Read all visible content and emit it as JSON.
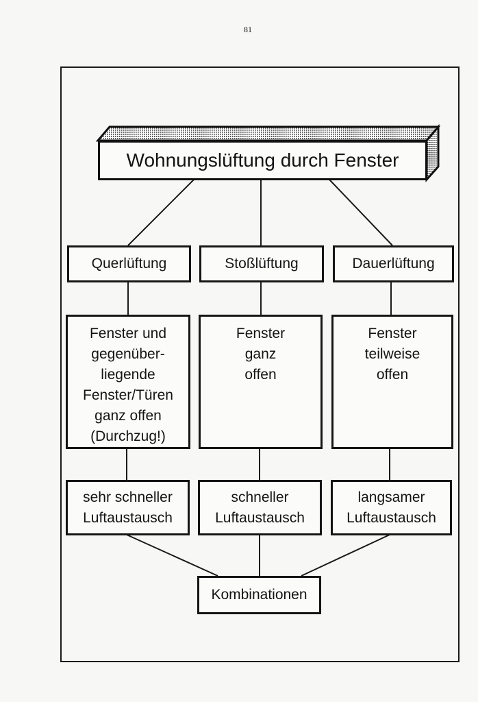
{
  "page_number": "81",
  "title": "Wohnungslüftung durch Fenster",
  "columns": [
    {
      "type": "Querlüftung",
      "description": "Fenster und gegenüber-liegende Fenster/Türen ganz offen (Durchzug!)",
      "desc_lines": [
        "Fenster und",
        "gegenüber-",
        "liegende",
        "Fenster/Türen",
        "ganz offen",
        "(Durchzug!)"
      ],
      "result_lines": [
        "sehr schneller",
        "Luftaustausch"
      ]
    },
    {
      "type": "Stoßlüftung",
      "desc_lines": [
        "Fenster",
        "ganz",
        "offen"
      ],
      "result_lines": [
        "schneller",
        "Luftaustausch"
      ]
    },
    {
      "type": "Dauerlüftung",
      "desc_lines": [
        "Fenster",
        "teilweise",
        "offen"
      ],
      "result_lines": [
        "langsamer",
        "Luftaustausch"
      ]
    }
  ],
  "bottom": "Kombinationen"
}
